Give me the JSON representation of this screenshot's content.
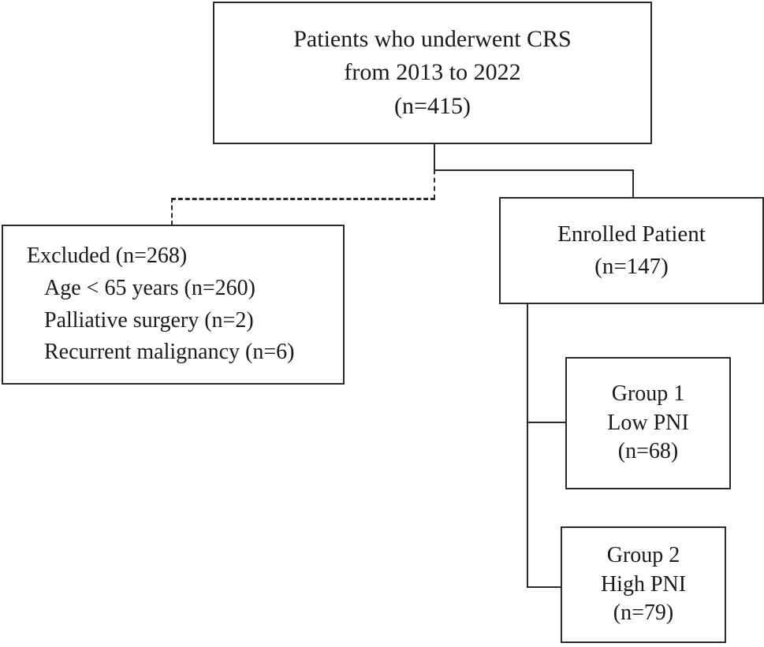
{
  "diagram": {
    "type": "patient-enrollment-flowchart",
    "title": "CRS patient enrollment flow diagram",
    "line_color": "#2b2b2b",
    "background_color": "#ffffff",
    "nodes": {
      "source": {
        "lines": [
          "Patients who underwent CRS",
          "from 2013 to 2022",
          "(n=415)"
        ],
        "count": 415,
        "count_label": "(n=415)"
      },
      "excluded": {
        "lines": [
          "Excluded (n=268)",
          "Age < 65 years (n=260)",
          "Palliative surgery (n=2)",
          "Recurrent malignancy (n=6)"
        ],
        "count": 268,
        "reasons": [
          {
            "label": "Age < 65 years",
            "count": 260,
            "count_label": "(n=260)"
          },
          {
            "label": "Palliative surgery",
            "count": 2,
            "count_label": "(n=2)"
          },
          {
            "label": "Recurrent malignancy",
            "count": 6,
            "count_label": "(n=6)"
          }
        ]
      },
      "enrolled": {
        "lines": [
          "Enrolled Patient",
          "(n=147)"
        ],
        "count": 147,
        "count_label": "(n=147)"
      },
      "group1": {
        "lines": [
          "Group 1",
          "Low PNI",
          "(n=68)"
        ],
        "name": "Group 1",
        "descriptor": "Low PNI",
        "count": 68,
        "count_label": "(n=68)"
      },
      "group2": {
        "lines": [
          "Group 2",
          "High PNI",
          "(n=79)"
        ],
        "name": "Group 2",
        "descriptor": "High PNI",
        "count": 79,
        "count_label": "(n=79)"
      }
    },
    "connectors": [
      {
        "name": "source-to-split",
        "style": "solid"
      },
      {
        "name": "split-to-enrolled",
        "style": "solid"
      },
      {
        "name": "split-to-excluded",
        "style": "dashed"
      },
      {
        "name": "enrolled-to-group1",
        "style": "solid"
      },
      {
        "name": "enrolled-to-group2",
        "style": "solid"
      }
    ]
  }
}
